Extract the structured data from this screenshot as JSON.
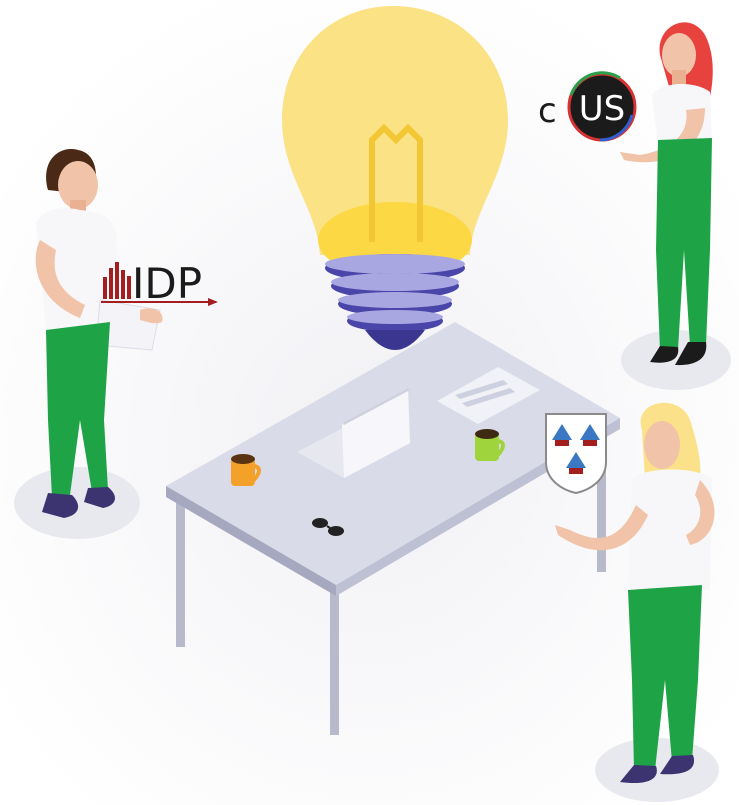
{
  "logos": {
    "idp": {
      "text": "IDP",
      "color": "#a41d1f"
    },
    "cus": {
      "c": "c",
      "us": "US"
    }
  },
  "colors": {
    "bulb": "#fbe284",
    "bulb_base": "#4a45a8",
    "pants": "#1fa347",
    "shoes": "#3c3470",
    "desk": "#c9cce0",
    "skin": "#f1c3a8"
  }
}
